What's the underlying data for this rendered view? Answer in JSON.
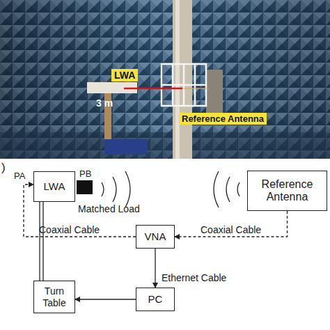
{
  "diagram": {
    "nodes": [
      {
        "text": [
          "LWA"
        ]
      },
      {
        "text": [
          "Reference Antenna"
        ]
      },
      {
        "text": [
          "VNA"
        ]
      },
      {
        "text": [
          "Turn Table"
        ]
      },
      {
        "text": [
          "PC"
        ]
      }
    ],
    "edges": [
      {
        "from": 2,
        "to": 0,
        "arrow": "to",
        "label": "Coaxial Cable"
      },
      {
        "from": 1,
        "to": 2,
        "arrow": "to",
        "label": "Coaxial Cable"
      },
      {
        "from": 2,
        "to": 4,
        "arrow": "to",
        "label": "Ethernet Cable"
      },
      {
        "from": 4,
        "to": 3,
        "arrow": "to"
      },
      {
        "from": 0,
        "to": 3,
        "arrow": "none"
      }
    ],
    "labels": [
      ")",
      "LWA",
      "3 m",
      "Reference Antenna",
      "PA",
      "PB",
      "Matched Load"
    ]
  }
}
